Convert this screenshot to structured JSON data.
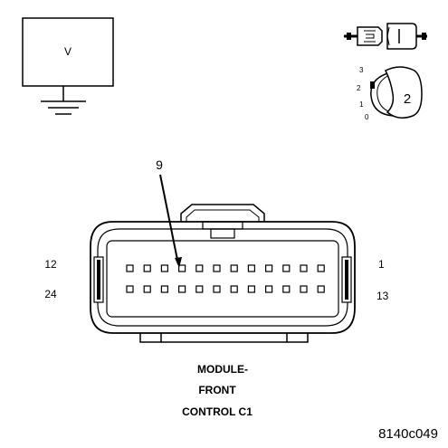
{
  "meter": {
    "label": "V"
  },
  "key_position": {
    "scale": [
      "3",
      "2",
      "1",
      "0"
    ],
    "selected": "2"
  },
  "connector": {
    "callout_pin": "9",
    "row1_left_pin": "12",
    "row1_right_pin": "1",
    "row2_left_pin": "24",
    "row2_right_pin": "13",
    "pins_per_row": 12,
    "rows": 2,
    "title_lines": [
      "MODULE-",
      "FRONT",
      "CONTROL C1"
    ]
  },
  "figure_id": "8140c049",
  "colors": {
    "line": "#000000",
    "background": "#ffffff"
  }
}
